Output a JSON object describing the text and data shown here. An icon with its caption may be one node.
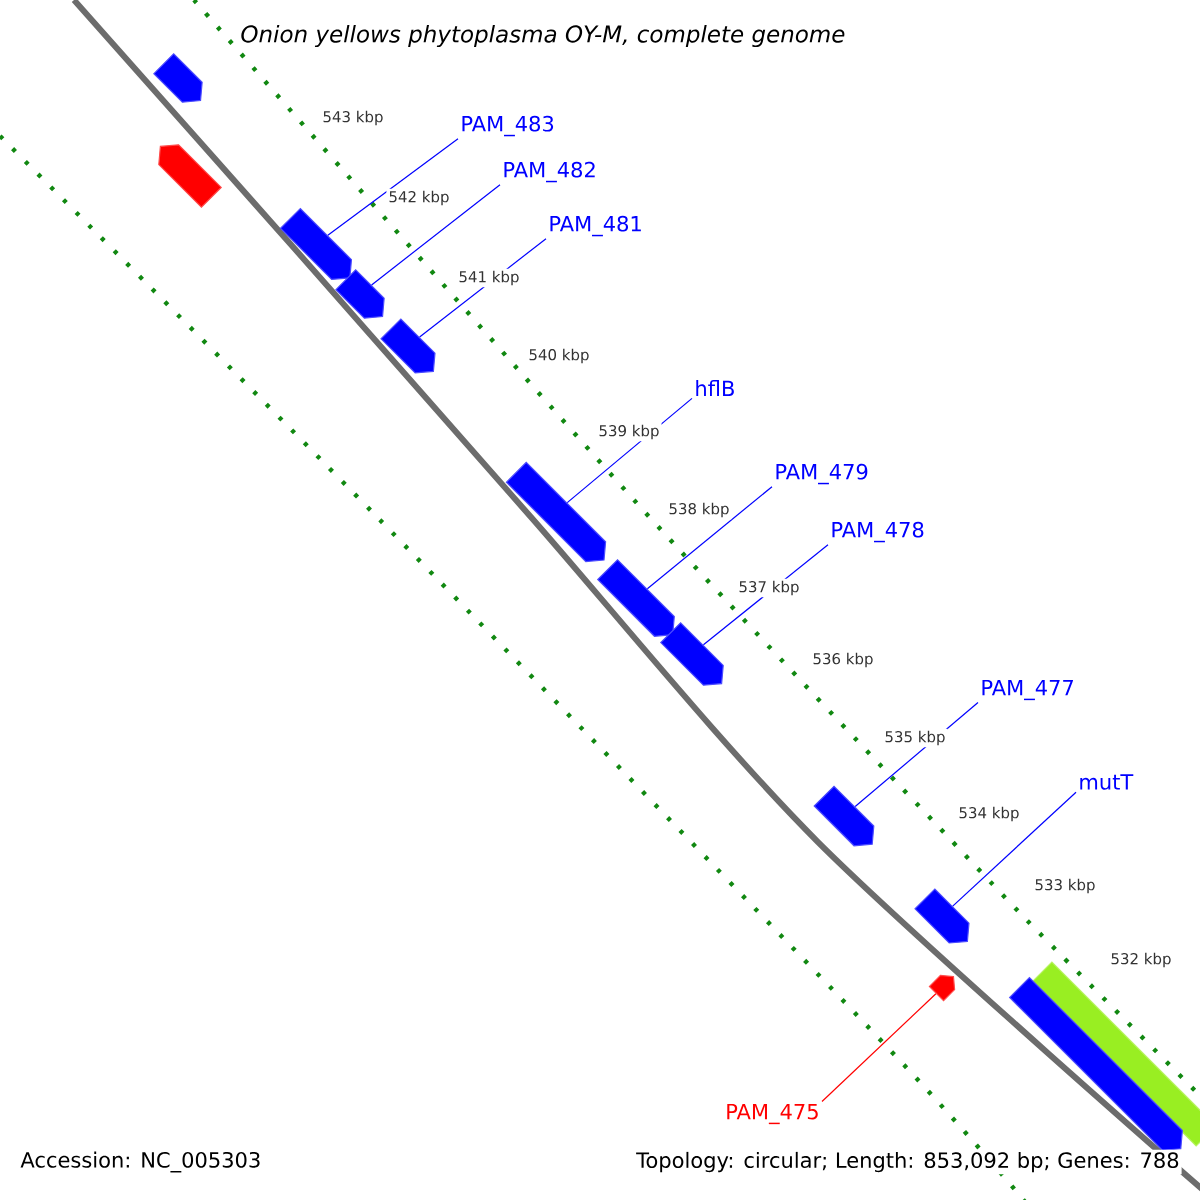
{
  "diagram": {
    "title": "Onion yellows phytoplasma OY-M, complete genome",
    "nodes": [
      {
        "text": [],
        "shape": "arrow"
      },
      {
        "text": [],
        "shape": "arrow"
      },
      {
        "text": [
          "PAM_483"
        ]
      },
      {
        "text": [],
        "shape": "arrow"
      },
      {
        "text": [
          "PAM_482"
        ]
      },
      {
        "text": [],
        "shape": "arrow"
      },
      {
        "text": [
          "PAM_481"
        ]
      },
      {
        "text": [],
        "shape": "arrow"
      },
      {
        "text": [
          "hflB"
        ]
      },
      {
        "text": [],
        "shape": "arrow"
      },
      {
        "text": [
          "PAM_479"
        ]
      },
      {
        "text": [],
        "shape": "arrow"
      },
      {
        "text": [
          "PAM_478"
        ]
      },
      {
        "text": [],
        "shape": "arrow"
      },
      {
        "text": [
          "PAM_477"
        ]
      },
      {
        "text": [],
        "shape": "arrow"
      },
      {
        "text": [
          "mutT"
        ]
      },
      {
        "text": [],
        "shape": "arrow"
      },
      {
        "text": [],
        "shape": "arrow"
      },
      {
        "text": [],
        "shape": "bar"
      },
      {
        "text": [],
        "shape": "arrow"
      },
      {
        "text": [
          "PAM_475"
        ]
      }
    ],
    "edges": [
      {
        "from": 2,
        "to": 3,
        "arrow": "none"
      },
      {
        "from": 4,
        "to": 5,
        "arrow": "none"
      },
      {
        "from": 6,
        "to": 7,
        "arrow": "none"
      },
      {
        "from": 8,
        "to": 9,
        "arrow": "none"
      },
      {
        "from": 10,
        "to": 11,
        "arrow": "none"
      },
      {
        "from": 12,
        "to": 13,
        "arrow": "none"
      },
      {
        "from": 14,
        "to": 15,
        "arrow": "none"
      },
      {
        "from": 16,
        "to": 17,
        "arrow": "none"
      },
      {
        "from": 21,
        "to": 18,
        "arrow": "none",
        "color": "#ff0000"
      }
    ],
    "labels": [
      "543 kbp",
      "542 kbp",
      "541 kbp",
      "540 kbp",
      "539 kbp",
      "538 kbp",
      "537 kbp",
      "536 kbp",
      "535 kbp",
      "534 kbp",
      "533 kbp",
      "532 kbp",
      "Accession: NC_005303",
      "Topology: circular; Length: 853,092 bp; Genes: 788"
    ]
  }
}
